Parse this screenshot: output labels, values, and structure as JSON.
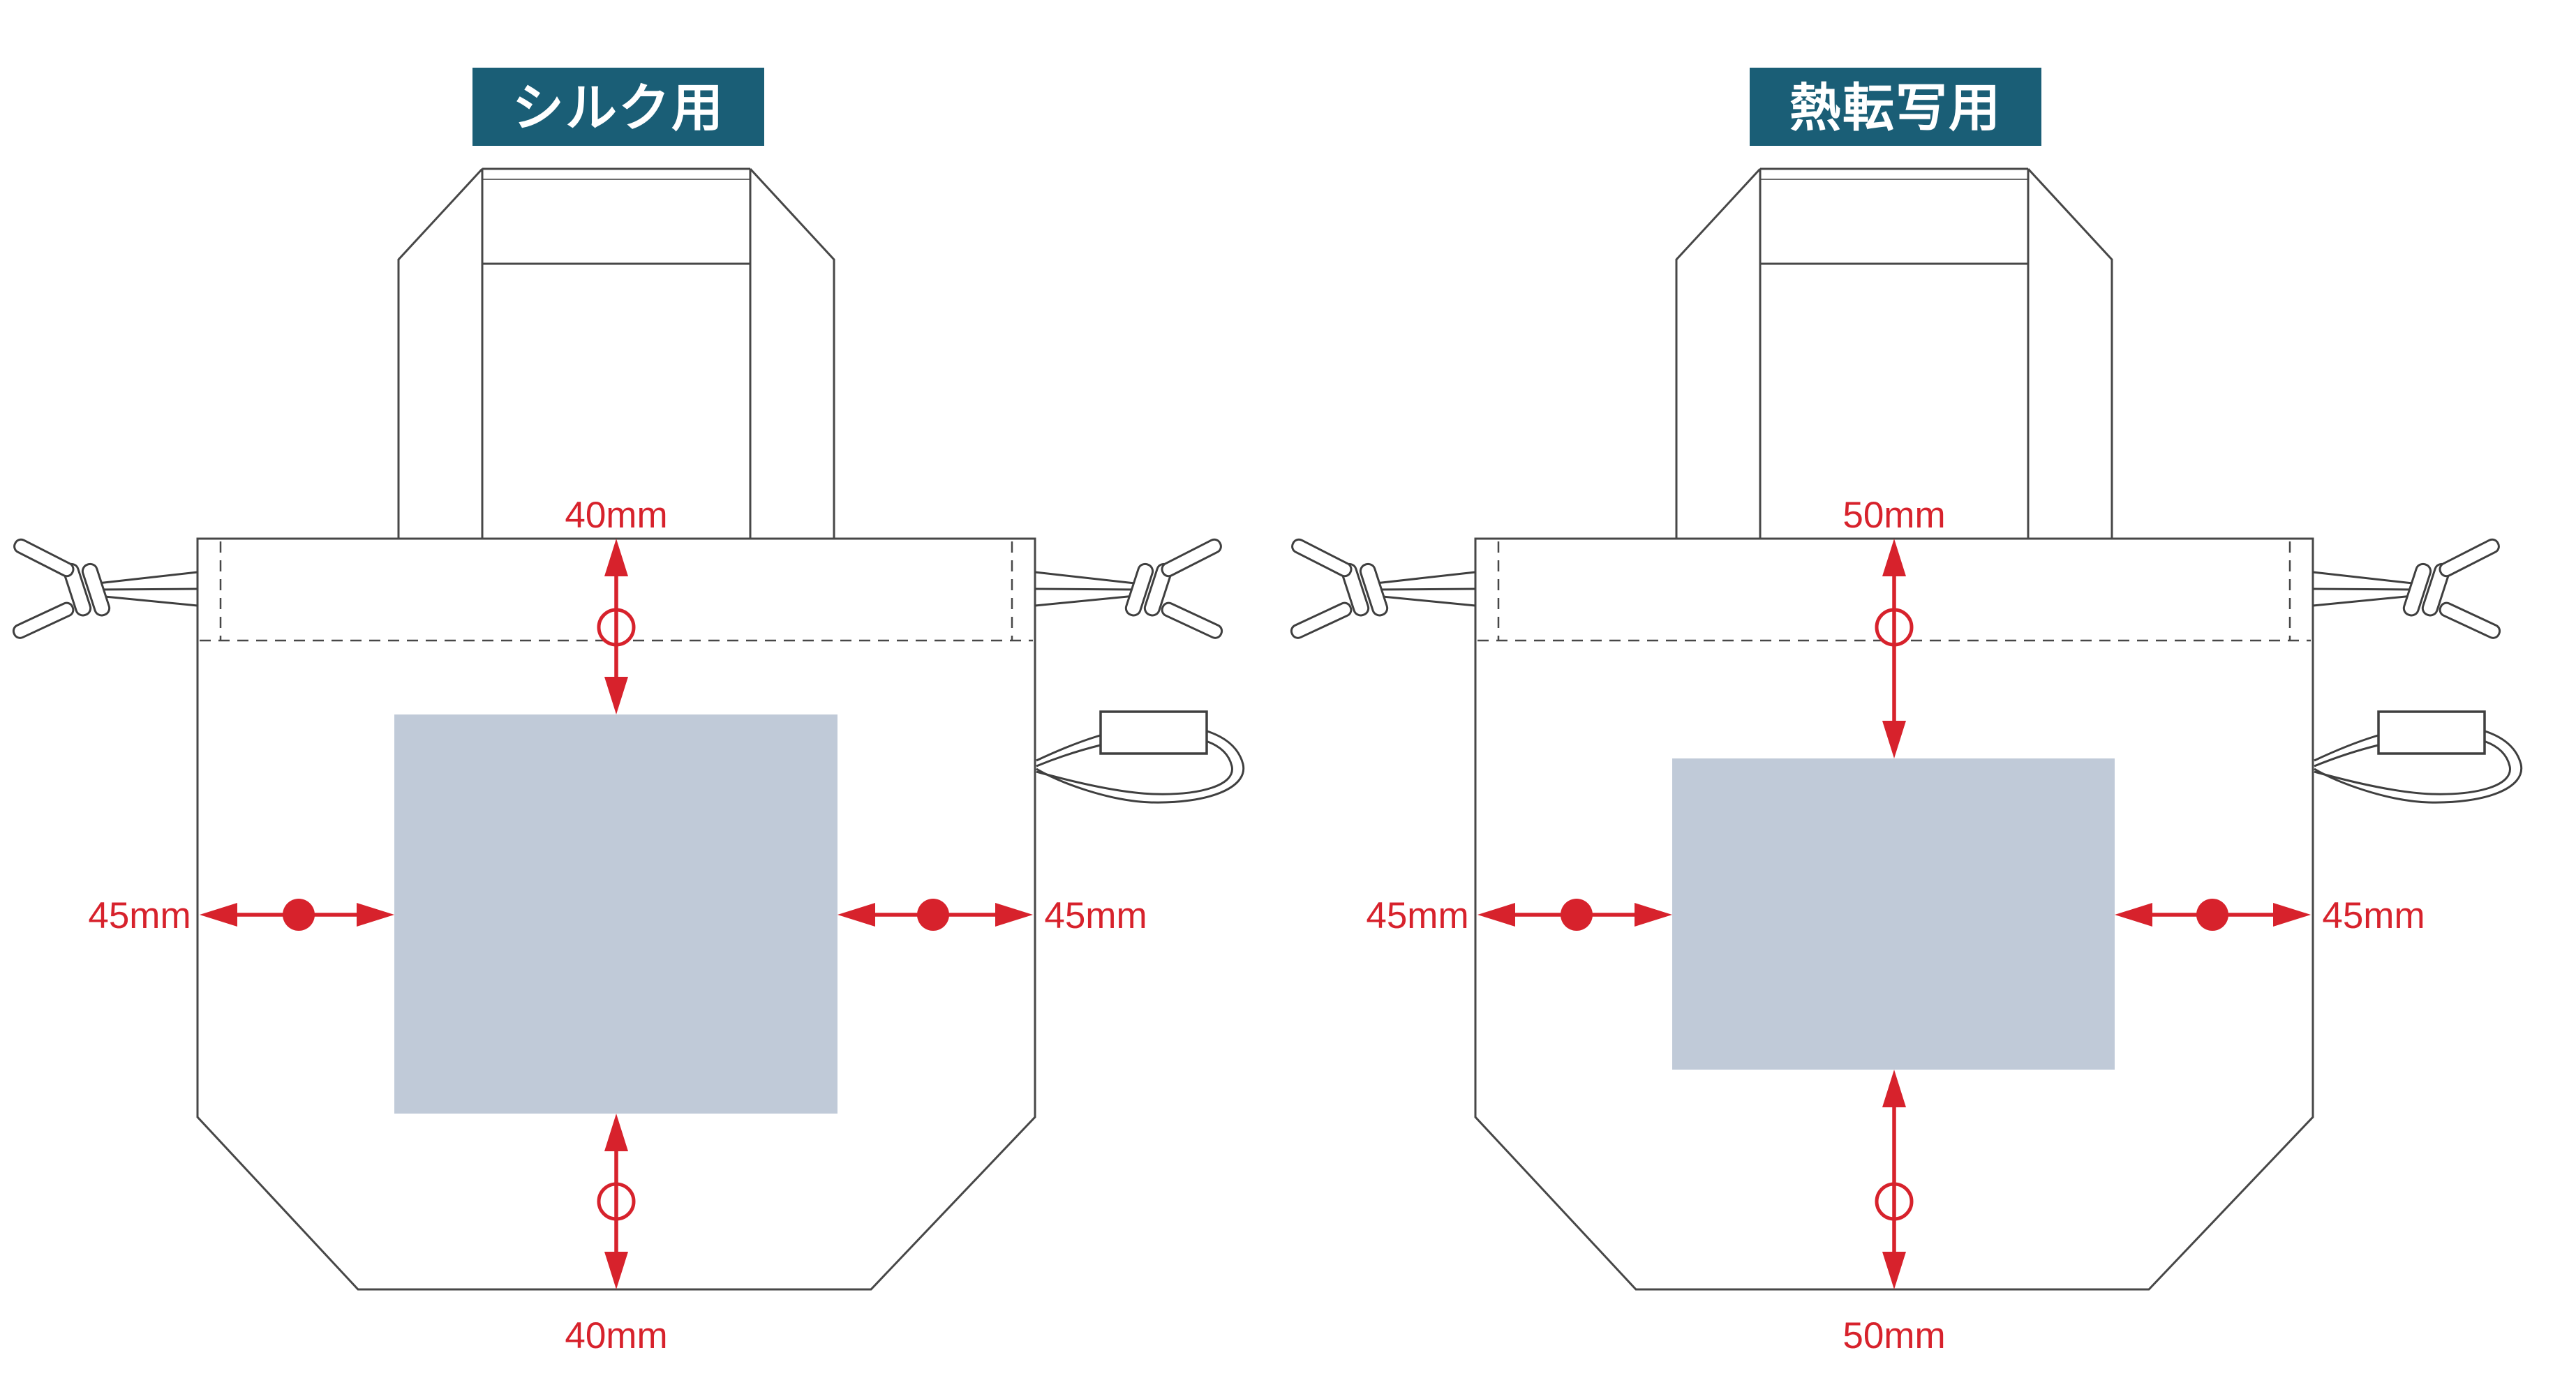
{
  "colors": {
    "badge_teal": "#1a5e76",
    "dimension_red": "#d7222c",
    "print_area_fill": "#c0cad8",
    "line_gray": "#474747",
    "background": "#ffffff"
  },
  "diagrams": [
    {
      "title": "シルク用",
      "dimensions": {
        "top": "40mm",
        "bottom": "40mm",
        "left": "45mm",
        "right": "45mm"
      }
    },
    {
      "title": "熱転写用",
      "dimensions": {
        "top": "50mm",
        "bottom": "50mm",
        "left": "45mm",
        "right": "45mm"
      }
    }
  ]
}
